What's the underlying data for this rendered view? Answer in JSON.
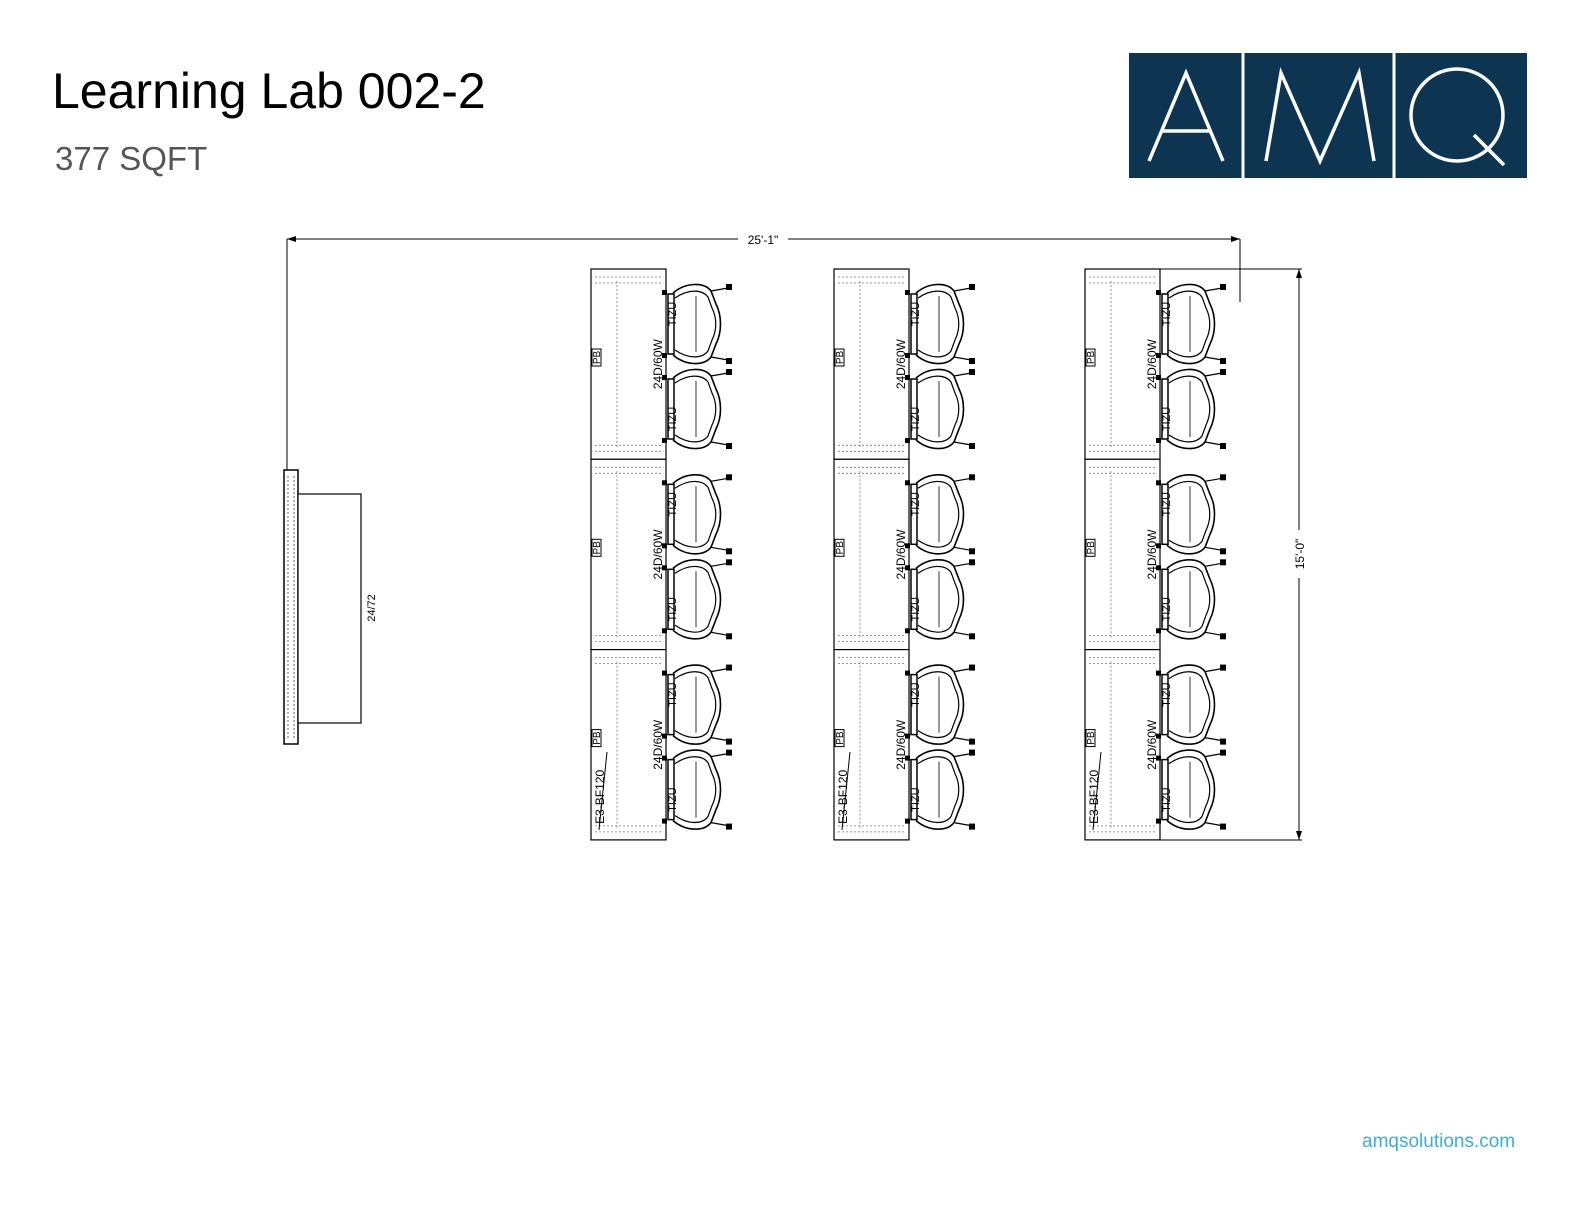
{
  "header": {
    "title": "Learning Lab 002-2",
    "area": "377 SQFT"
  },
  "logo": {
    "letters": [
      "A",
      "M",
      "Q"
    ],
    "background_color": "#0d3551",
    "letter_color": "#ffffff"
  },
  "plan": {
    "dimension_width": "25'-1\"",
    "dimension_depth": "15'-0\"",
    "presenter_table_label": "24/72",
    "table_rows": [
      {
        "modules": [
          {
            "size": "24D/60W",
            "power": "PB",
            "chairs": [
              "TIZU",
              "TIZU"
            ]
          },
          {
            "size": "24D/60W",
            "power": "PB",
            "chairs": [
              "TIZU",
              "TIZU"
            ]
          },
          {
            "size": "24D/60W",
            "power": "PB",
            "chairs": [
              "TIZU",
              "TIZU"
            ]
          }
        ],
        "base_label": "E3-BF120"
      },
      {
        "modules": [
          {
            "size": "24D/60W",
            "power": "PB",
            "chairs": [
              "TIZU",
              "TIZU"
            ]
          },
          {
            "size": "24D/60W",
            "power": "PB",
            "chairs": [
              "TIZU",
              "TIZU"
            ]
          },
          {
            "size": "24D/60W",
            "power": "PB",
            "chairs": [
              "TIZU",
              "TIZU"
            ]
          }
        ],
        "base_label": "E3-BF120"
      },
      {
        "modules": [
          {
            "size": "24D/60W",
            "power": "PB",
            "chairs": [
              "TIZU",
              "TIZU"
            ]
          },
          {
            "size": "24D/60W",
            "power": "PB",
            "chairs": [
              "TIZU",
              "TIZU"
            ]
          },
          {
            "size": "24D/60W",
            "power": "PB",
            "chairs": [
              "TIZU",
              "TIZU"
            ]
          }
        ],
        "base_label": "E3-BF120"
      }
    ]
  },
  "footer": {
    "website": "amqsolutions.com"
  }
}
